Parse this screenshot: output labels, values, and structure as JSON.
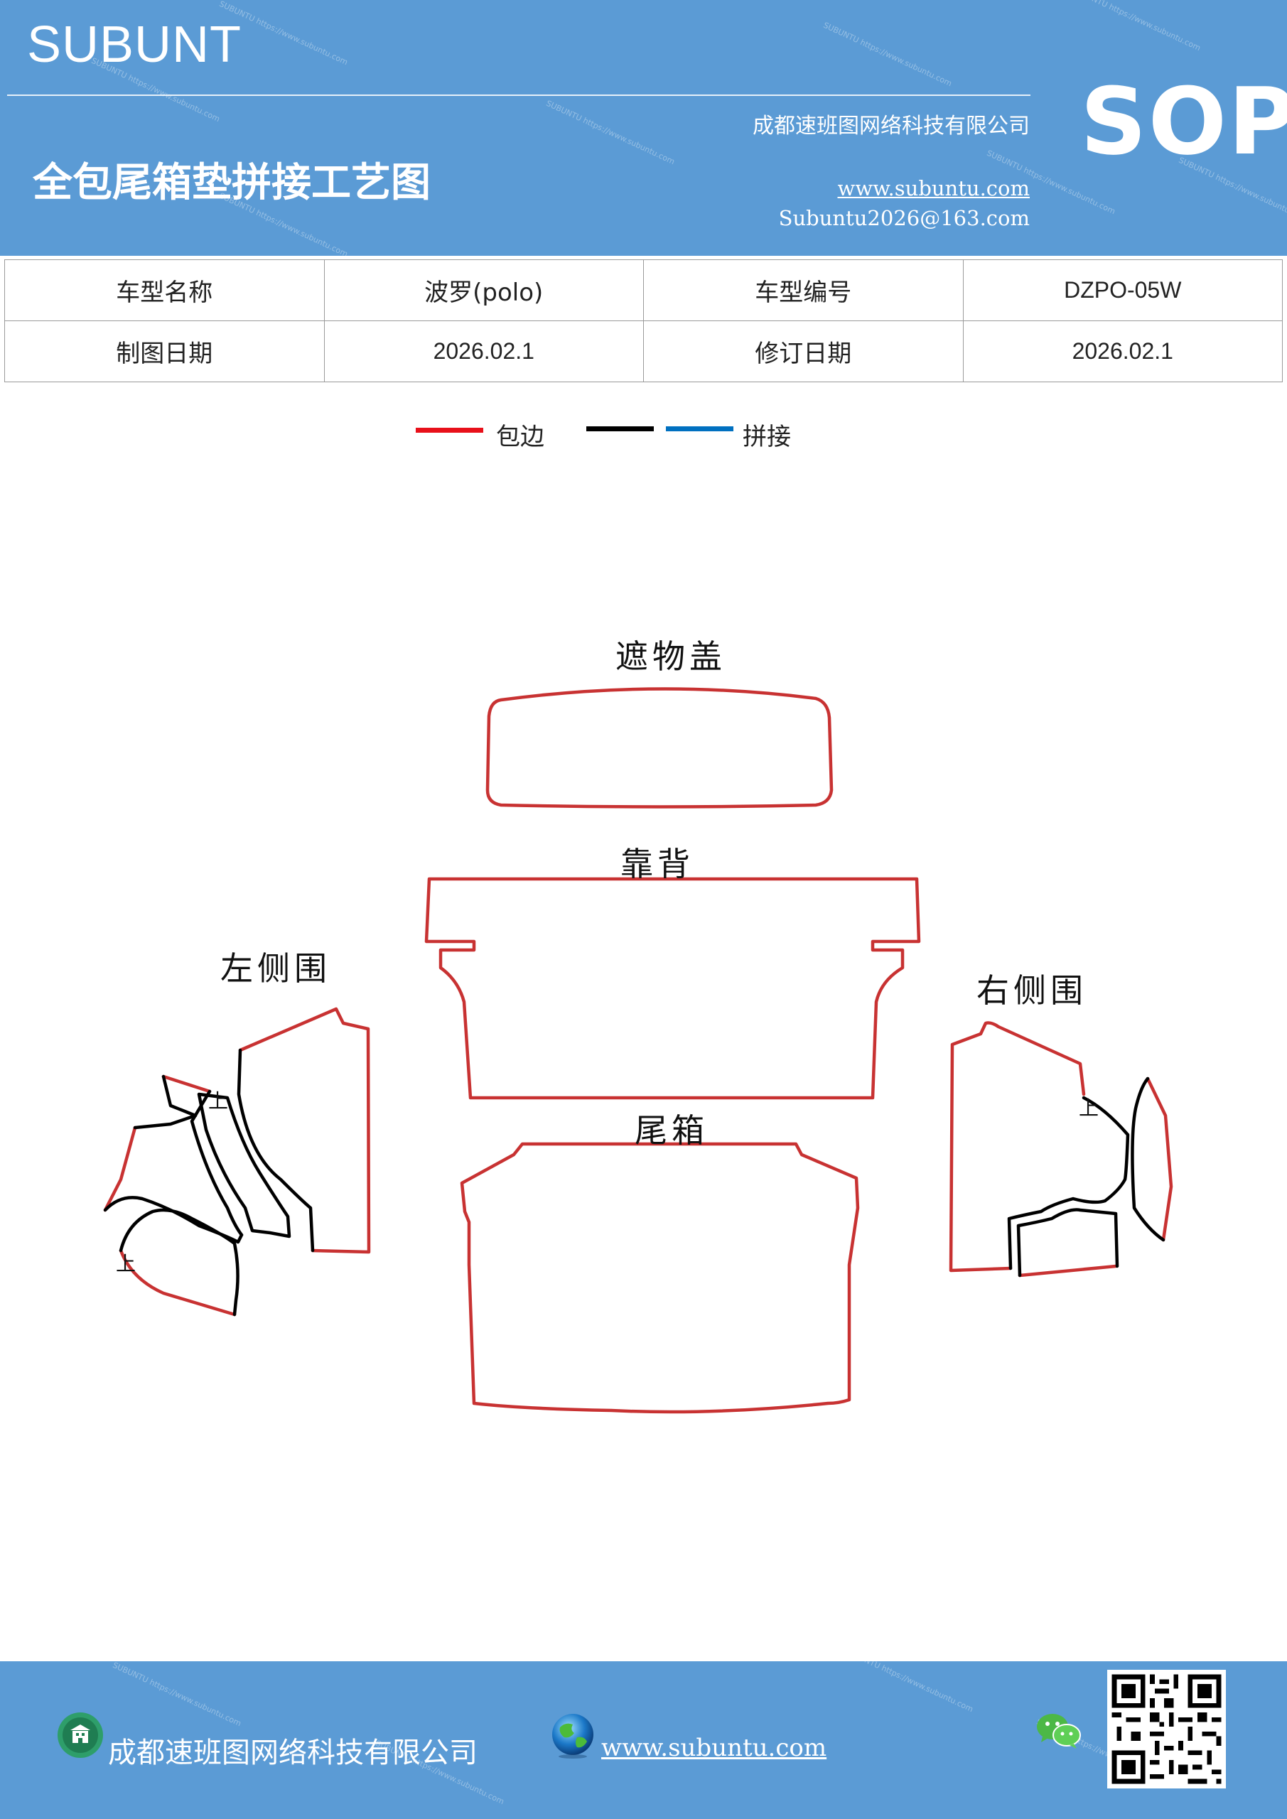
{
  "header": {
    "brand": "SUBUNT",
    "title": "全包尾箱垫拼接工艺图",
    "company": "成都速班图网络科技有限公司",
    "website": "www.subuntu.com",
    "email": "Subuntu2026@163.com",
    "badge": "SOP"
  },
  "info_table": {
    "rows": [
      [
        "车型名称",
        "波罗(polo)",
        "车型编号",
        "DZPO-05W"
      ],
      [
        "制图日期",
        "2026.02.1",
        "修订日期",
        "2026.02.1"
      ]
    ]
  },
  "legend": {
    "items": [
      {
        "label": "包边",
        "color": "#e8101a"
      },
      {
        "label": "",
        "color": "#000000"
      },
      {
        "label": "拼接",
        "color": "#0070c0"
      }
    ]
  },
  "parts": {
    "cover": "遮物盖",
    "backrest": "靠背",
    "trunk": "尾箱",
    "left_side": "左侧围",
    "right_side": "右侧围",
    "up_mark": "上"
  },
  "footer": {
    "company": "成都速班图网络科技有限公司",
    "website": "www.subuntu.com"
  },
  "colors": {
    "header_blue": "#5b9bd5",
    "edge_red": "#c83232",
    "seam_black": "#000000"
  }
}
